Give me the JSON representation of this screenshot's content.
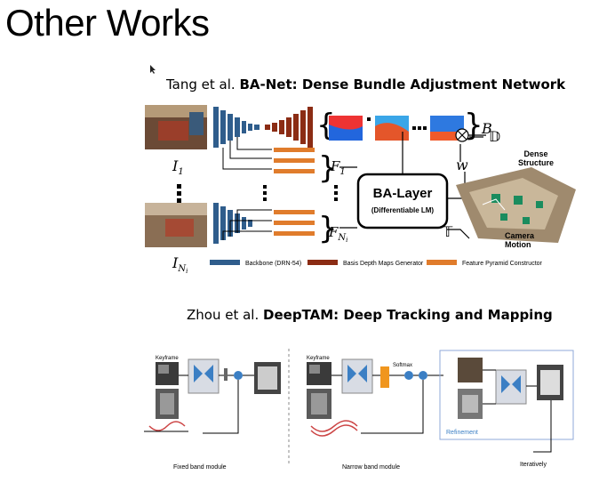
{
  "slide": {
    "title": "Other Works"
  },
  "work1": {
    "caption_prefix": "Tang et al.",
    "caption_title": "BA-Net: Dense Bundle Adjustment Network",
    "input_first": "I",
    "input_first_sub": "1",
    "input_last": "I",
    "input_last_sub": "N",
    "input_last_subsub": "i",
    "basis_symbol": "B",
    "feature_first": "F",
    "feature_first_sub": "1",
    "feature_last": "F",
    "feature_last_sub": "N",
    "feature_last_subsub": "i",
    "weight_symbol": "w",
    "ba_layer_title": "BA-Layer",
    "ba_layer_subtitle": "(Differentiable LM)",
    "dense_structure": [
      "Dense",
      "Structure"
    ],
    "camera_motion": [
      "Camera",
      "Motion"
    ],
    "depth_symbol": "𝔻",
    "transform_symbol": "𝕋",
    "legend": [
      {
        "label": "Backbone (DRN-54)",
        "color": "#2f5d8c"
      },
      {
        "label": "Basis Depth Maps Generator",
        "color": "#8b2c14"
      },
      {
        "label": "Feature Pyramid Constructor",
        "color": "#e07c2c"
      }
    ]
  },
  "work2": {
    "caption_prefix": "Zhou et al.",
    "caption_title": "DeepTAM: Deep Tracking and Mapping",
    "keyframe_label": "Keyframe",
    "module1": "Fixed band module",
    "module2": "Narrow band module",
    "refinement": "Refinement",
    "iteratively": "Iteratively",
    "softmax": "Softmax",
    "colors": {
      "blue": "#3b7fc4",
      "orange": "#f0961e",
      "frame": "#8fa9d8"
    }
  }
}
